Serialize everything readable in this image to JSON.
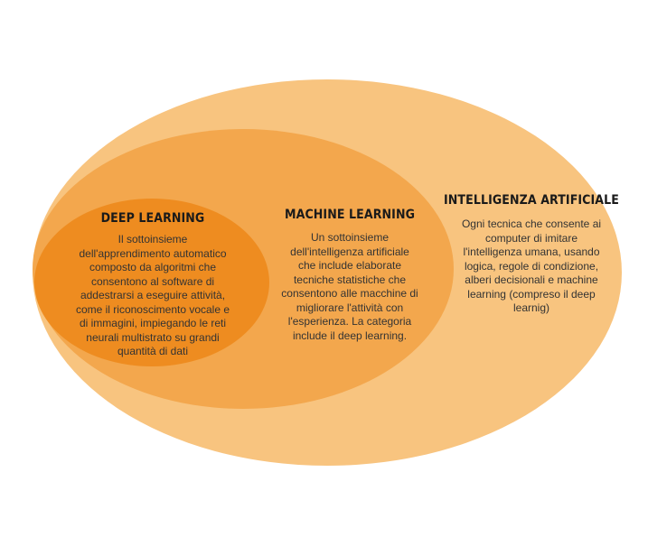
{
  "colors": {
    "ai_fill": "#F8C47F",
    "ml_fill": "#F3A74D",
    "dl_fill": "#EE8C20"
  },
  "deep_learning": {
    "title": "DEEP LEARNING",
    "lines": [
      "Il sottoinsieme",
      "dell'apprendimento automatico",
      "composto da algoritmi che",
      "consentono al software di",
      "addestrarsi a eseguire attività,",
      "come il riconoscimento vocale e",
      "di immagini, impiegando le reti",
      "neurali multistrato su grandi",
      "quantità di dati"
    ]
  },
  "machine_learning": {
    "title": "MACHINE LEARNING",
    "lines": [
      "Un sottoinsieme",
      "dell'intelligenza artificiale",
      "che include elaborate",
      "tecniche statistiche che",
      "consentono alle macchine di",
      "migliorare  l'attività con",
      "l'esperienza. La categoria",
      "include il deep learning."
    ]
  },
  "artificial_intelligence": {
    "title": "INTELLIGENZA ARTIFICIALE",
    "lines": [
      "Ogni tecnica che consente ai",
      "computer di imitare",
      "l'intelligenza umana, usando",
      "logica, regole di condizione,",
      "alberi decisionali e machine",
      "learning (compreso il deep",
      "learnig)"
    ]
  }
}
